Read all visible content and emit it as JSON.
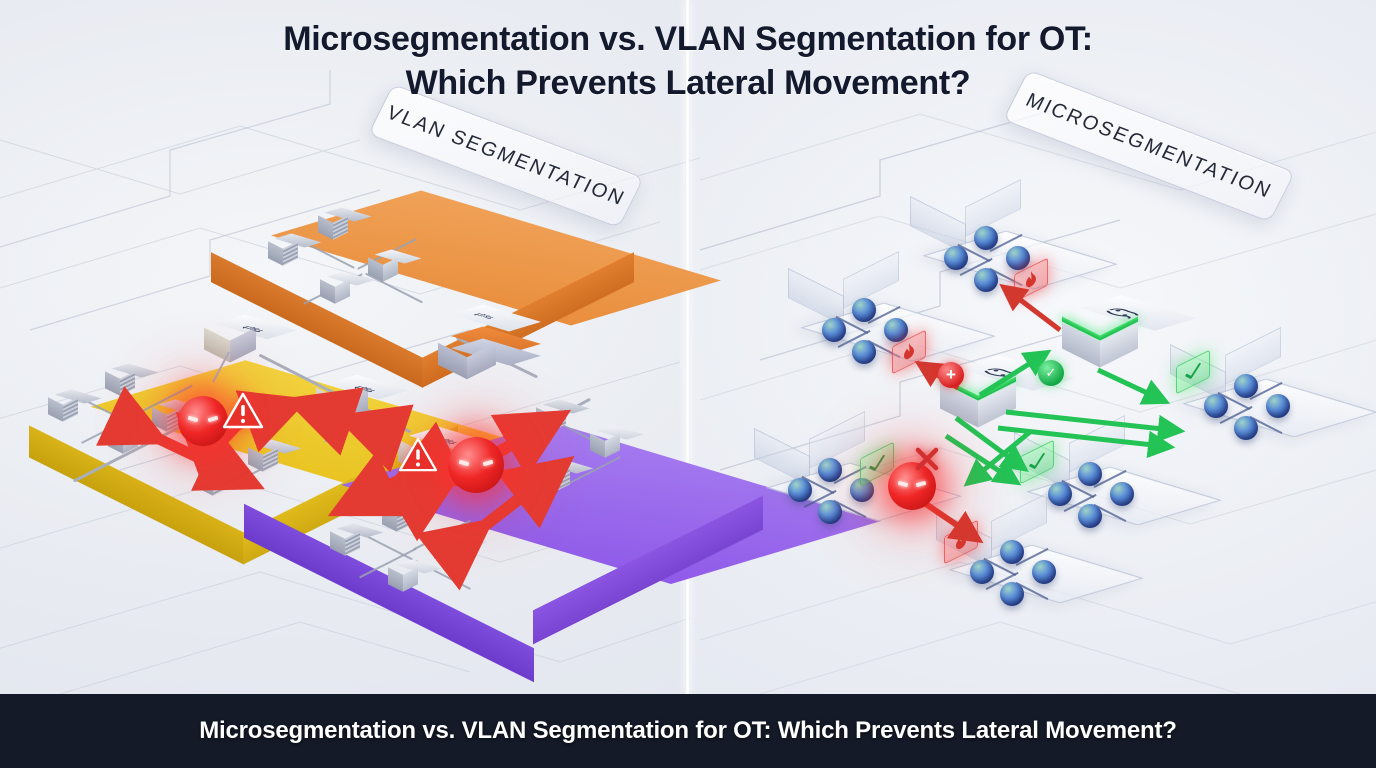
{
  "title": {
    "line1": "Microsegmentation vs. VLAN Segmentation for OT:",
    "line2": "Which Prevents Lateral Movement?",
    "color": "#141a2e"
  },
  "caption": {
    "text": "Microsegmentation vs. VLAN Segmentation for OT: Which Prevents Lateral Movement?",
    "background": "#141a27",
    "color": "#ffffff"
  },
  "panels": {
    "left": {
      "label": "VLAN SEGMENTATION",
      "zones": [
        {
          "name": "vlan-zone-orange",
          "color": "#e98e3d",
          "node_count": 4
        },
        {
          "name": "vlan-zone-yellow",
          "color": "#e8c320",
          "node_count": 6
        },
        {
          "name": "vlan-zone-purple",
          "color": "#8f5ae8",
          "node_count": 7
        }
      ],
      "switches": [
        {
          "name": "core-switch-upper"
        },
        {
          "name": "core-switch-middle"
        },
        {
          "name": "core-switch-lower"
        },
        {
          "name": "stacked-switch"
        }
      ],
      "threats": [
        {
          "name": "threat-orb-yellow-zone",
          "color": "#f02626"
        },
        {
          "name": "threat-orb-purple-zone",
          "color": "#f02626"
        }
      ],
      "warnings": [
        {
          "name": "warning-yellow-zone"
        },
        {
          "name": "warning-purple-zone"
        }
      ],
      "lateral_arrows": 5,
      "arrow_color": "#e33b32"
    },
    "right": {
      "label": "MICROSEGMENTATION",
      "pods": [
        {
          "name": "pod-top-right",
          "badge": "deny",
          "spheres": 4
        },
        {
          "name": "pod-upper-left",
          "badge": "deny",
          "spheres": 4
        },
        {
          "name": "pod-mid-right",
          "badge": "allow",
          "spheres": 4
        },
        {
          "name": "pod-lower-left",
          "badge": "deny",
          "spheres": 4
        },
        {
          "name": "pod-center-bottom",
          "badge": "allow",
          "spheres": 4
        },
        {
          "name": "pod-bottom",
          "badge": "deny",
          "spheres": 4
        }
      ],
      "hubs": [
        {
          "name": "policy-hub-upper",
          "band_color": "#2ee06a"
        },
        {
          "name": "policy-hub-center",
          "band_color": "#2ee06a"
        }
      ],
      "threats": [
        {
          "name": "contained-threat-orb",
          "color": "#f02626"
        }
      ],
      "markers": [
        {
          "name": "deny-marker",
          "symbol": "+",
          "color": "#d81f1f"
        },
        {
          "name": "allow-marker",
          "symbol": "✓",
          "color": "#12a845"
        },
        {
          "name": "block-x-marker",
          "color": "#d32f2f"
        }
      ],
      "allow_arrow_color": "#23c356",
      "deny_arrow_color": "#d3382e"
    }
  },
  "background": {
    "base_color": "#eef0f5",
    "divider_color": "#ffffff"
  }
}
